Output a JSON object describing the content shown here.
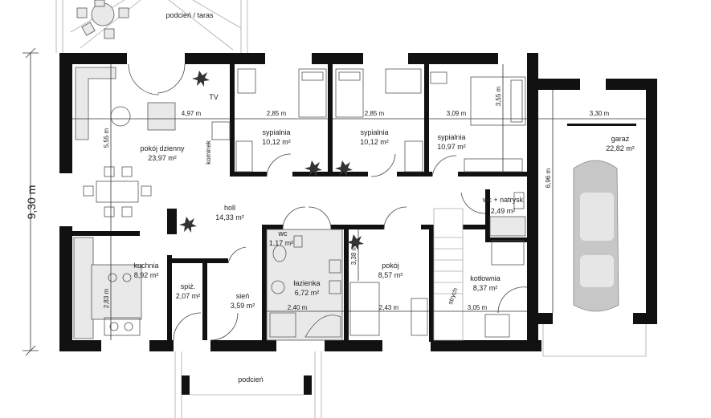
{
  "overall_dimension": "9,30 m",
  "rooms": {
    "terrace": {
      "name": "podcień / taras"
    },
    "porch": {
      "name": "podcień"
    },
    "living": {
      "name": "pokój dzienny",
      "area": "23,97 m²",
      "dim_h": "4,97 m",
      "dim_v": "5,55 m",
      "tv": "TV",
      "fireplace": "kominek"
    },
    "bed1": {
      "name": "sypialnia",
      "area": "10,12 m²",
      "dim": "2,85 m"
    },
    "bed2": {
      "name": "sypialnia",
      "area": "10,12 m²",
      "dim": "2,85 m"
    },
    "bed3": {
      "name": "sypialnia",
      "area": "10,97 m²",
      "dim_h": "3,09 m",
      "dim_v": "3,55 m"
    },
    "garage": {
      "name": "garaż",
      "area": "22,82 m²",
      "dim_h": "3,30 m",
      "dim_v": "6,96 m"
    },
    "wc_shower": {
      "name": "wc + natrysk",
      "area": "2,49 m²"
    },
    "hall": {
      "name": "holl",
      "area": "14,33 m²"
    },
    "wc": {
      "name": "wc",
      "area": "1,17 m²"
    },
    "bathroom": {
      "name": "łazienka",
      "area": "6,72 m²",
      "dim": "2,40 m"
    },
    "room": {
      "name": "pokój",
      "area": "8,57 m²",
      "dim_h": "2,43 m",
      "dim_v": "3,38 m"
    },
    "boiler": {
      "name": "kotłownia",
      "area": "8,37 m²",
      "dim": "3,05 m",
      "stairs": "strych"
    },
    "kitchen": {
      "name": "kuchnia",
      "area": "8,92 m²",
      "dim_v": "2,83 m"
    },
    "pantry": {
      "name": "spiż.",
      "area": "2,07 m²"
    },
    "vestibule": {
      "name": "sień",
      "area": "3,59 m²"
    }
  }
}
